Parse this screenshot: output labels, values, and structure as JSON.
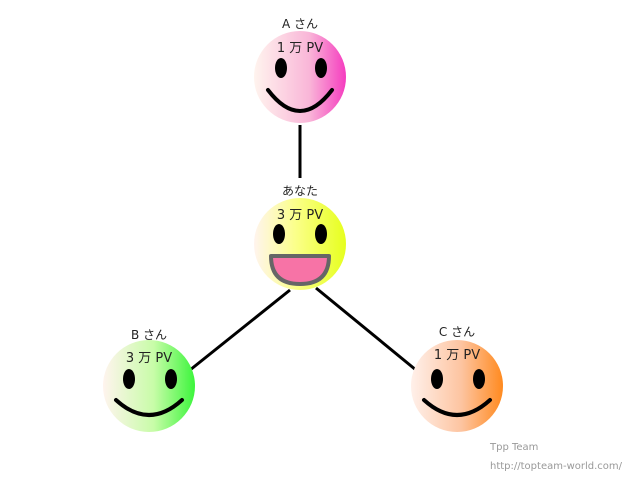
{
  "nodes": {
    "a": {
      "name": "A さん",
      "pv": "1 万 PV",
      "color": "#f53cbf"
    },
    "you": {
      "name": "あなた",
      "pv": "3 万 PV",
      "color": "#eaff2a"
    },
    "b": {
      "name": "B さん",
      "pv": "3 万 PV",
      "color": "#3cf53c"
    },
    "c": {
      "name": "C さん",
      "pv": "1 万 PV",
      "color": "#ff8a1f"
    }
  },
  "credit": {
    "team": "Tpp Team",
    "url": "http://topteam-world.com/"
  }
}
